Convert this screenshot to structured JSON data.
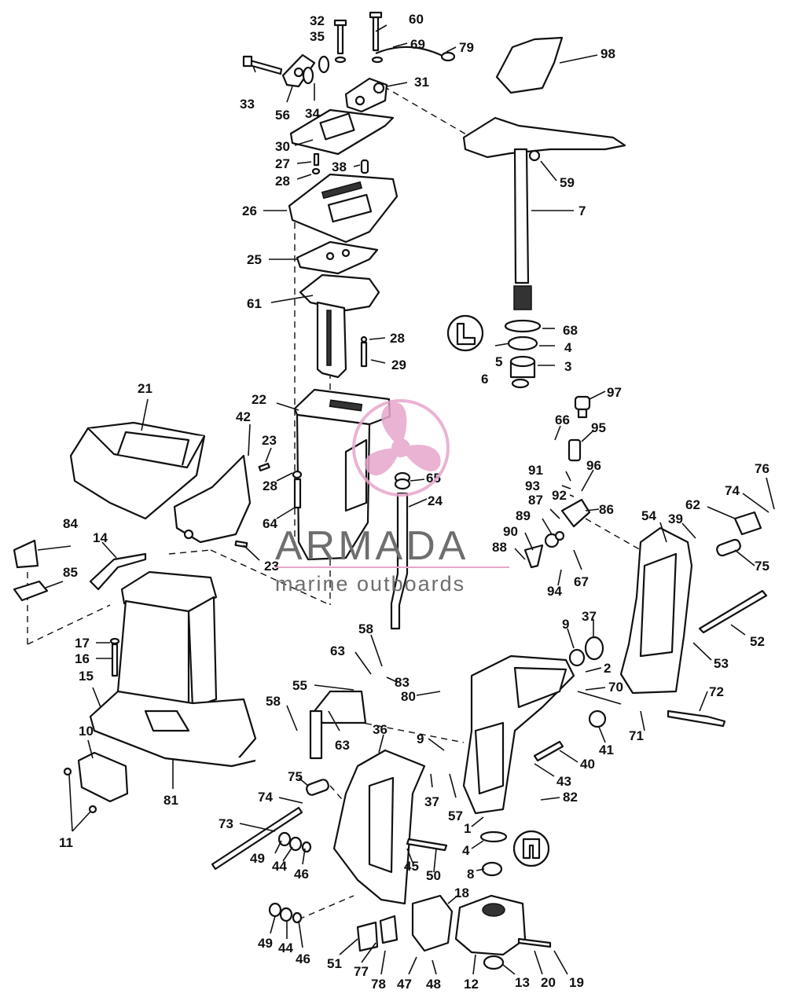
{
  "watermark": {
    "brand": "ARMADA",
    "tagline": "marine outboards",
    "brand_color": "#6e6e6e",
    "logo_color": "#e7a6cc"
  },
  "callouts": [
    {
      "id": "1",
      "text": "1"
    },
    {
      "id": "2",
      "text": "2"
    },
    {
      "id": "3",
      "text": "3"
    },
    {
      "id": "4a",
      "text": "4"
    },
    {
      "id": "4b",
      "text": "4"
    },
    {
      "id": "5",
      "text": "5"
    },
    {
      "id": "6",
      "text": "6"
    },
    {
      "id": "7",
      "text": "7"
    },
    {
      "id": "8",
      "text": "8"
    },
    {
      "id": "9a",
      "text": "9"
    },
    {
      "id": "9b",
      "text": "9"
    },
    {
      "id": "10",
      "text": "10"
    },
    {
      "id": "11",
      "text": "11"
    },
    {
      "id": "12",
      "text": "12"
    },
    {
      "id": "13",
      "text": "13"
    },
    {
      "id": "14",
      "text": "14"
    },
    {
      "id": "15",
      "text": "15"
    },
    {
      "id": "16",
      "text": "16"
    },
    {
      "id": "17",
      "text": "17"
    },
    {
      "id": "18",
      "text": "18"
    },
    {
      "id": "19",
      "text": "19"
    },
    {
      "id": "20",
      "text": "20"
    },
    {
      "id": "21",
      "text": "21"
    },
    {
      "id": "22",
      "text": "22"
    },
    {
      "id": "23a",
      "text": "23"
    },
    {
      "id": "23b",
      "text": "23"
    },
    {
      "id": "24",
      "text": "24"
    },
    {
      "id": "25",
      "text": "25"
    },
    {
      "id": "26",
      "text": "26"
    },
    {
      "id": "27",
      "text": "27"
    },
    {
      "id": "28a",
      "text": "28"
    },
    {
      "id": "28b",
      "text": "28"
    },
    {
      "id": "28c",
      "text": "28"
    },
    {
      "id": "29",
      "text": "29"
    },
    {
      "id": "30",
      "text": "30"
    },
    {
      "id": "31",
      "text": "31"
    },
    {
      "id": "32",
      "text": "32"
    },
    {
      "id": "33",
      "text": "33"
    },
    {
      "id": "34",
      "text": "34"
    },
    {
      "id": "35",
      "text": "35"
    },
    {
      "id": "36",
      "text": "36"
    },
    {
      "id": "37a",
      "text": "37"
    },
    {
      "id": "37b",
      "text": "37"
    },
    {
      "id": "38",
      "text": "38"
    },
    {
      "id": "39",
      "text": "39"
    },
    {
      "id": "40",
      "text": "40"
    },
    {
      "id": "41",
      "text": "41"
    },
    {
      "id": "42",
      "text": "42"
    },
    {
      "id": "43",
      "text": "43"
    },
    {
      "id": "44a",
      "text": "44"
    },
    {
      "id": "44b",
      "text": "44"
    },
    {
      "id": "45",
      "text": "45"
    },
    {
      "id": "46a",
      "text": "46"
    },
    {
      "id": "46b",
      "text": "46"
    },
    {
      "id": "47",
      "text": "47"
    },
    {
      "id": "48",
      "text": "48"
    },
    {
      "id": "49a",
      "text": "49"
    },
    {
      "id": "49b",
      "text": "49"
    },
    {
      "id": "50",
      "text": "50"
    },
    {
      "id": "51",
      "text": "51"
    },
    {
      "id": "52",
      "text": "52"
    },
    {
      "id": "53",
      "text": "53"
    },
    {
      "id": "54",
      "text": "54"
    },
    {
      "id": "55",
      "text": "55"
    },
    {
      "id": "56",
      "text": "56"
    },
    {
      "id": "57",
      "text": "57"
    },
    {
      "id": "58a",
      "text": "58"
    },
    {
      "id": "58b",
      "text": "58"
    },
    {
      "id": "59",
      "text": "59"
    },
    {
      "id": "60",
      "text": "60"
    },
    {
      "id": "61",
      "text": "61"
    },
    {
      "id": "62",
      "text": "62"
    },
    {
      "id": "63a",
      "text": "63"
    },
    {
      "id": "63b",
      "text": "63"
    },
    {
      "id": "64",
      "text": "64"
    },
    {
      "id": "65",
      "text": "65"
    },
    {
      "id": "66",
      "text": "66"
    },
    {
      "id": "67",
      "text": "67"
    },
    {
      "id": "68",
      "text": "68"
    },
    {
      "id": "69",
      "text": "69"
    },
    {
      "id": "70",
      "text": "70"
    },
    {
      "id": "71",
      "text": "71"
    },
    {
      "id": "72",
      "text": "72"
    },
    {
      "id": "73",
      "text": "73"
    },
    {
      "id": "74a",
      "text": "74"
    },
    {
      "id": "74b",
      "text": "74"
    },
    {
      "id": "75a",
      "text": "75"
    },
    {
      "id": "75b",
      "text": "75"
    },
    {
      "id": "76",
      "text": "76"
    },
    {
      "id": "77",
      "text": "77"
    },
    {
      "id": "78",
      "text": "78"
    },
    {
      "id": "79",
      "text": "79"
    },
    {
      "id": "80",
      "text": "80"
    },
    {
      "id": "81",
      "text": "81"
    },
    {
      "id": "82",
      "text": "82"
    },
    {
      "id": "83",
      "text": "83"
    },
    {
      "id": "84",
      "text": "84"
    },
    {
      "id": "85",
      "text": "85"
    },
    {
      "id": "86",
      "text": "86"
    },
    {
      "id": "87",
      "text": "87"
    },
    {
      "id": "88",
      "text": "88"
    },
    {
      "id": "89",
      "text": "89"
    },
    {
      "id": "90",
      "text": "90"
    },
    {
      "id": "91",
      "text": "91"
    },
    {
      "id": "92",
      "text": "92"
    },
    {
      "id": "93",
      "text": "93"
    },
    {
      "id": "94",
      "text": "94"
    },
    {
      "id": "95",
      "text": "95"
    },
    {
      "id": "96",
      "text": "96"
    },
    {
      "id": "97",
      "text": "97"
    },
    {
      "id": "98",
      "text": "98"
    }
  ]
}
